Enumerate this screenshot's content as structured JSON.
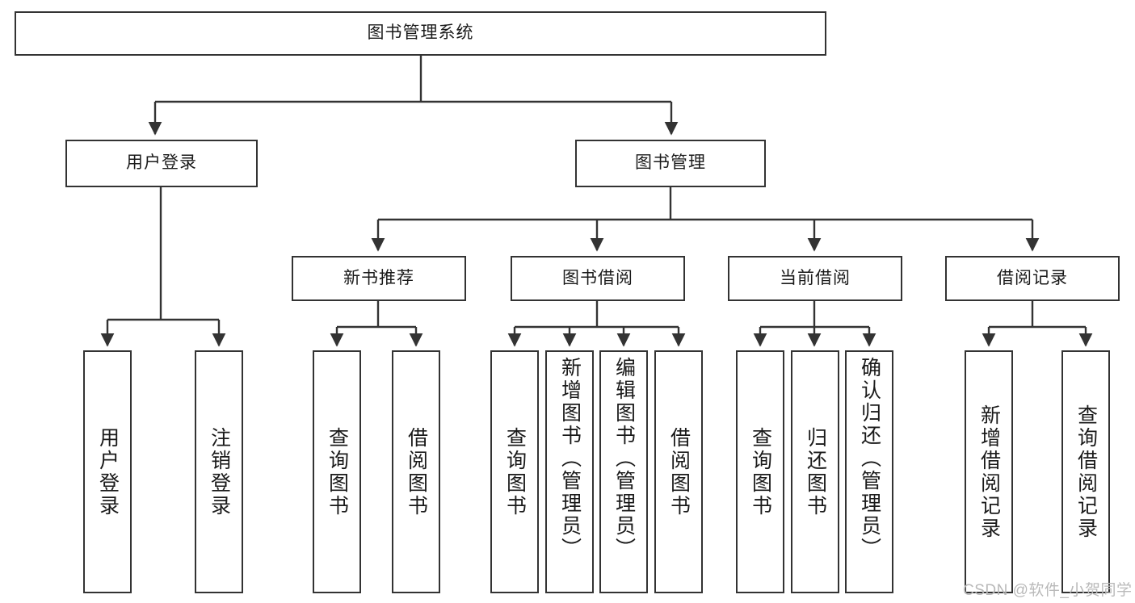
{
  "diagram": {
    "title": "图书管理系统",
    "type": "tree-hierarchy-chart",
    "colors": {
      "border": "#333333",
      "background": "#ffffff",
      "text": "#1a1a1a",
      "watermark": "#b9b9b9"
    },
    "root": {
      "label": "图书管理系统"
    },
    "level2": [
      {
        "label": "用户登录"
      },
      {
        "label": "图书管理"
      }
    ],
    "level3": [
      {
        "label": "新书推荐"
      },
      {
        "label": "图书借阅"
      },
      {
        "label": "当前借阅"
      },
      {
        "label": "借阅记录"
      }
    ],
    "leaves": {
      "user_login": [
        {
          "label": "用户登录"
        },
        {
          "label": "注销登录"
        }
      ],
      "new_book_recommend": [
        {
          "label": "查询图书"
        },
        {
          "label": "借阅图书"
        }
      ],
      "book_borrow": [
        {
          "label": "查询图书"
        },
        {
          "label": "新增图书（管理员）"
        },
        {
          "label": "编辑图书（管理员）"
        },
        {
          "label": "借阅图书"
        }
      ],
      "current_borrow": [
        {
          "label": "查询图书"
        },
        {
          "label": "归还图书"
        },
        {
          "label": "确认归还（管理员）"
        }
      ],
      "borrow_record": [
        {
          "label": "新增借阅记录"
        },
        {
          "label": "查询借阅记录"
        }
      ]
    }
  },
  "watermark": {
    "text": "CSDN @软件_小贺同学"
  }
}
